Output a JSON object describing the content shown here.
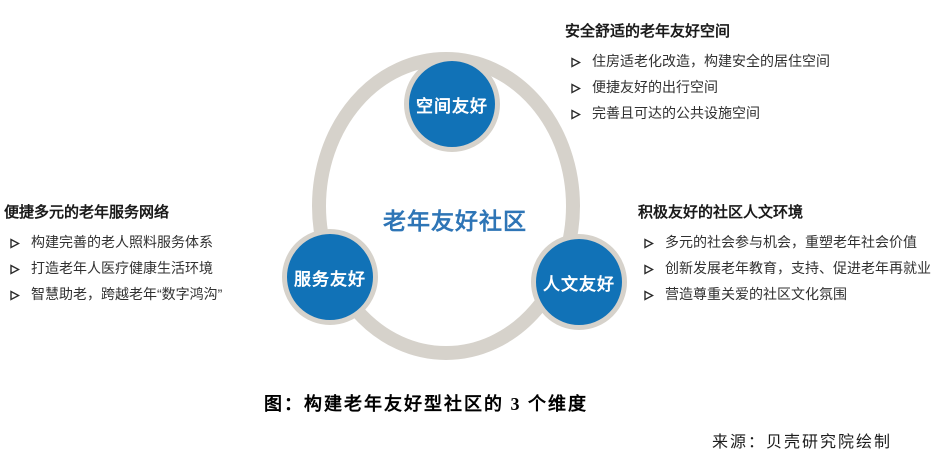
{
  "diagram": {
    "center_label": "老年友好社区",
    "nodes": [
      {
        "id": "space",
        "label": "空间友好"
      },
      {
        "id": "service",
        "label": "服务友好"
      },
      {
        "id": "culture",
        "label": "人文友好"
      }
    ],
    "colors": {
      "node_fill": "#1172B7",
      "ring": "#D6D2CB",
      "center_text": "#2E75B6",
      "node_text": "#FFFFFF"
    }
  },
  "panels": {
    "bullet_icon": "arrowhead-right",
    "space": {
      "title": "安全舒适的老年友好空间",
      "items": [
        "住房适老化改造，构建安全的居住空间",
        "便捷友好的出行空间",
        "完善且可达的公共设施空间"
      ]
    },
    "service": {
      "title": "便捷多元的老年服务网络",
      "items": [
        "构建完善的老人照料服务体系",
        "打造老年人医疗健康生活环境",
        "智慧助老，跨越老年“数字鸿沟”"
      ]
    },
    "culture": {
      "title": "积极友好的社区人文环境",
      "items": [
        "多元的社会参与机会，重塑老年社会价值",
        "创新发展老年教育，支持、促进老年再就业",
        "营造尊重关爱的社区文化氛围"
      ]
    }
  },
  "caption": "图：构建老年友好型社区的 3 个维度",
  "source": "来源：贝壳研究院绘制"
}
